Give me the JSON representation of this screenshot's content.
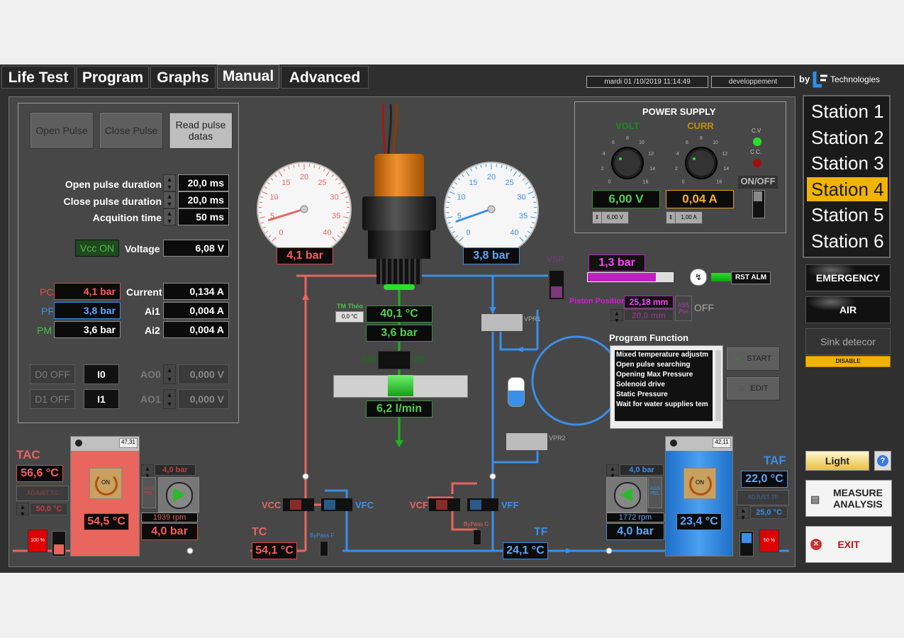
{
  "tabs": [
    "Life Test",
    "Program",
    "Graphs",
    "Manual",
    "Advanced"
  ],
  "header": {
    "datetime": "mardi 01 /10/2019 11:14:49",
    "user": "developpement",
    "brand_by": "by",
    "brand_name": "Technologies"
  },
  "pulse": {
    "open_btn": "Open Pulse",
    "close_btn": "Close Pulse",
    "read_btn": "Read pulse datas",
    "open_duration_label": "Open pulse duration",
    "open_duration": "20,0 ms",
    "close_duration_label": "Close pulse duration",
    "close_duration": "20,0 ms",
    "acq_label": "Acquition time",
    "acq": "50 ms",
    "vcc_btn": "Vcc ON",
    "voltage_label": "Voltage",
    "voltage": "6,08 V",
    "pc_label": "PC",
    "pc": "4,1 bar",
    "current_label": "Current",
    "current": "0,134 A",
    "pf_label": "PF",
    "pf": "3,8 bar",
    "ai1_label": "Ai1",
    "ai1": "0,004 A",
    "pm_label": "PM",
    "pm": "3,6 bar",
    "ai2_label": "Ai2",
    "ai2": "0,004 A",
    "d0": "D0 OFF",
    "i0": "I0",
    "ao0_label": "AO0",
    "ao0": "0,000 V",
    "d1": "D1 OFF",
    "i1": "I1",
    "ao1_label": "AO1",
    "ao1": "0,000 V"
  },
  "gauge_left": {
    "value": "4,1 bar",
    "ticks": [
      "0",
      "5",
      "10",
      "15",
      "20",
      "25",
      "30",
      "35",
      "40"
    ],
    "needle_value": 4.1,
    "max": 40
  },
  "gauge_right": {
    "value": "3,8 bar",
    "ticks": [
      "0",
      "5",
      "10",
      "15",
      "20",
      "25",
      "30",
      "35",
      "40"
    ],
    "needle_value": 3.8,
    "max": 40
  },
  "center": {
    "tm_theo_label": "TM Théo",
    "tm_theo": "0,0 °C",
    "temp": "40,1 °C",
    "pressure": "3,6 bar",
    "on_label": "ON",
    "vo_label": "VO",
    "flow": "6,2 l/min",
    "vpr1": "VPR1",
    "vpr2": "VPR2"
  },
  "piston": {
    "vsp": "VSP",
    "pressure": "1,3 bar",
    "rst": "RST ALM",
    "pos_label": "Piston Position",
    "pos": "25,18 mm",
    "pos_set": "20,0 mm",
    "ass_pos": "ASS Pos",
    "off": "OFF"
  },
  "power": {
    "title": "POWER SUPPLY",
    "volt_label": "VOLT",
    "curr_label": "CURR",
    "cv": "C.V",
    "cc": "C.C.",
    "onoff": "ON/OFF",
    "volt": "6,00 V",
    "curr": "0,04 A",
    "volt_set": "6,00 V",
    "curr_set": "1,00 A",
    "dial_ticks": [
      "0",
      "2",
      "4",
      "6",
      "8",
      "10",
      "12",
      "14",
      "16"
    ]
  },
  "program": {
    "title": "Program Function",
    "items": [
      "Mixed temperature adjustm",
      "Open pulse searching",
      "Opening Max Pressure",
      "Solenoid drive",
      "Static Pressure",
      "Wait for water supplies tem"
    ],
    "start": "START",
    "edit": "EDIT"
  },
  "tac": {
    "label": "TAC",
    "value": "56,6 °C",
    "adjust": "ADJUST TC",
    "set": "50,0 °C",
    "tank_temp": "54,5 °C",
    "tank_tag": "47,31",
    "on": "ON",
    "heater": "100 %",
    "pump_set": "4,0 bar",
    "ass": "ASS PEL",
    "rpm": "1939 rpm",
    "pressure": "4,0 bar"
  },
  "taf": {
    "label": "TAF",
    "value": "22,0 °C",
    "adjust": "ADJUST TF",
    "set": "25,0 °C",
    "tank_temp": "23,4 °C",
    "tank_tag": "42,11",
    "on": "ON",
    "cooler": "50 %",
    "pump_set": "4,0 bar",
    "ass": "ASS PEL",
    "rpm": "1772 rpm",
    "pressure": "4,0 bar"
  },
  "lines": {
    "tc_label": "TC",
    "tc": "54,1 °C",
    "tf_label": "TF",
    "tf": "24,1 °C",
    "vcc": "VCC",
    "vfc": "VFC",
    "vcf": "VCF",
    "vff": "VFF",
    "bypass_f": "ByPass F",
    "bypass_c": "ByPass C"
  },
  "stations": [
    "Station 1",
    "Station 2",
    "Station 3",
    "Station 4",
    "Station 5",
    "Station 6"
  ],
  "selected_station": 4,
  "side": {
    "emergency": "EMERGENCY",
    "air": "AIR",
    "sink": "Sink detecor",
    "disable": "DISABLE",
    "light": "Light",
    "help": "?",
    "measure": "MEASURE ANALYSIS",
    "exit": "EXIT"
  },
  "colors": {
    "hot": "#e8665e",
    "cold": "#3a8fe8",
    "flow": "#1cb41c",
    "select": "#f0b400"
  }
}
